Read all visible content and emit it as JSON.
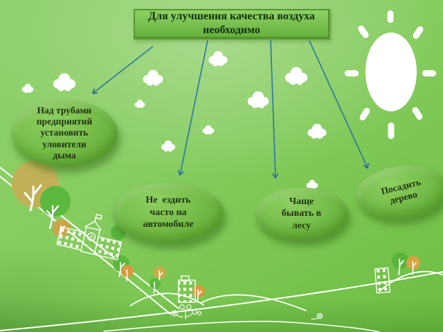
{
  "slide": {
    "title": {
      "line1": "Для улучшения качества воздуха",
      "line2": "необходимо"
    },
    "bubbles": {
      "smoke": {
        "line1": "Над трубами",
        "line2": "предприятий",
        "line3": "установить",
        "line4": "уловители",
        "line5": "дыма"
      },
      "car": {
        "line1": "Не  ездить",
        "line2": "часто на",
        "line3": "автомобиле"
      },
      "forest": {
        "line1": "Чаще",
        "line2": "бывать в",
        "line3": "лесу"
      },
      "tree": {
        "line1": "Посадить",
        "line2": "дерево"
      }
    },
    "colors": {
      "arrow": "#2f7a9e",
      "title_text": "#10300a",
      "bubble_text": "#1f3110",
      "bubble_fill": "#6fb942",
      "title_fill": "#7cc254",
      "sun": "#ffffff",
      "cloud": "#ffffff",
      "sketch_white": "#ffffff",
      "tree_olive": "#c2b057",
      "tree_orange": "#d89f3e",
      "tree_green": "#5cb83e"
    }
  }
}
